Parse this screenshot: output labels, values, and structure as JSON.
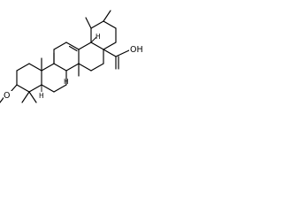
{
  "labels": {
    "acid": "OH",
    "methoxy": "O",
    "h_9": "H",
    "h_5": "H",
    "h_18": "H"
  },
  "colors": {
    "bond": "#000000",
    "background": "#ffffff"
  }
}
